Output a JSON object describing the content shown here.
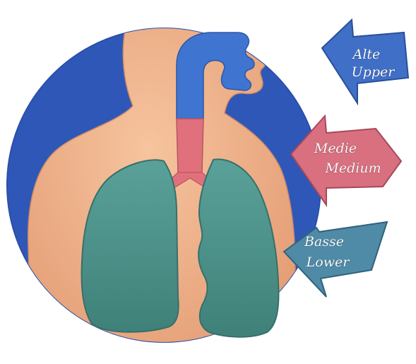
{
  "diagram": {
    "regions": [
      {
        "id": "upper",
        "lines": [
          "Alte",
          "Upper"
        ],
        "color": "#3f6fc6"
      },
      {
        "id": "medium",
        "lines": [
          "Medie",
          "Medium"
        ],
        "color": "#d8707f"
      },
      {
        "id": "lower",
        "lines": [
          "Basse",
          "Lower"
        ],
        "color": "#4f8aa6"
      }
    ],
    "colors": {
      "background_circle": "#2f57b8",
      "skin": "#f1b58d",
      "upper_airway": "#3f74d0",
      "trachea": "#e0707c",
      "lungs": "#4f948e"
    }
  }
}
